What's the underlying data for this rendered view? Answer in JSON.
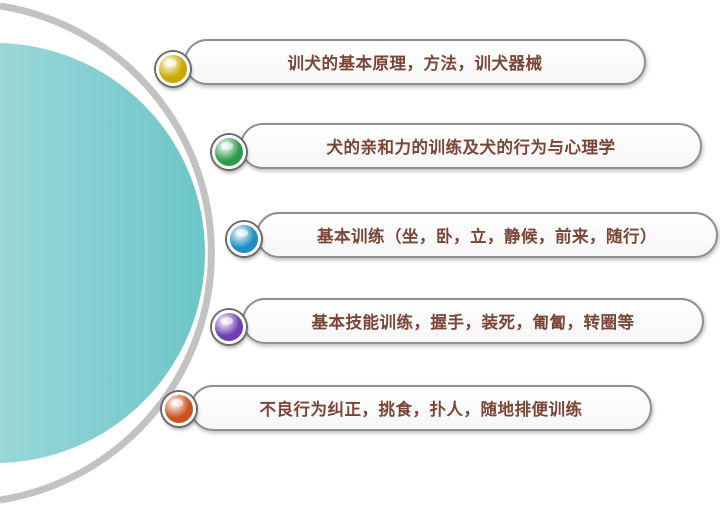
{
  "items": [
    {
      "label": "训犬的基本原理，方法，训犬器械",
      "color": "#c9a800"
    },
    {
      "label": "犬的亲和力的训练及犬的行为与心理学",
      "color": "#2f9b4a"
    },
    {
      "label": "基本训练（坐，卧，立，静候，前来，随行）",
      "color": "#1e8fc0"
    },
    {
      "label": "基本技能训练，握手，装死，匍匐，转圈等",
      "color": "#6d3fb0"
    },
    {
      "label": "不良行为纠正，挑食，扑人，随地排便训练",
      "color": "#c8521e"
    }
  ],
  "colors": {
    "circle_light": "#c9e9ea",
    "circle_dark": "#6cc6c8",
    "arc": "#c2c2c2",
    "text": "#7b4536"
  }
}
